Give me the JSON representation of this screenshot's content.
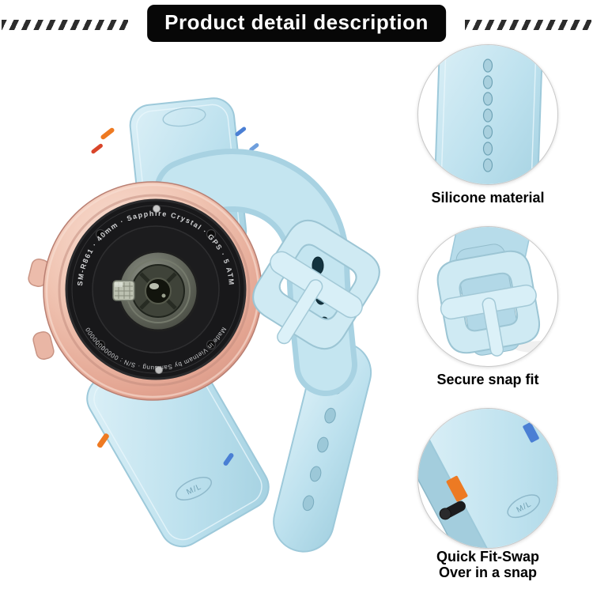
{
  "header": {
    "title": "Product detail description"
  },
  "product": {
    "watch": {
      "top_engraving": "SM-R861 · 40mm · Sapphire Crystal · GPS · 5 ATM",
      "bottom_engraving": "Made in Vietnam by Samsung · S/N : 00000000000",
      "band_size_stamp": "M/L"
    }
  },
  "callouts": [
    {
      "label": "Silicone material"
    },
    {
      "label": "Secure snap fit"
    },
    {
      "label": "Quick Fit-Swap",
      "label2": "Over in a snap",
      "band_size_stamp": "M/L"
    }
  ],
  "palette": {
    "band_blue": "#bfe2ee",
    "band_blue_dark": "#a4d1e1",
    "case_rose_gold": "#e8ab99",
    "watch_back_black": "#18181a",
    "accent_orange": "#ee7a22",
    "accent_red": "#d9452a",
    "accent_blue": "#4a7fd4",
    "banner_bg": "#070707",
    "banner_text": "#ffffff"
  }
}
